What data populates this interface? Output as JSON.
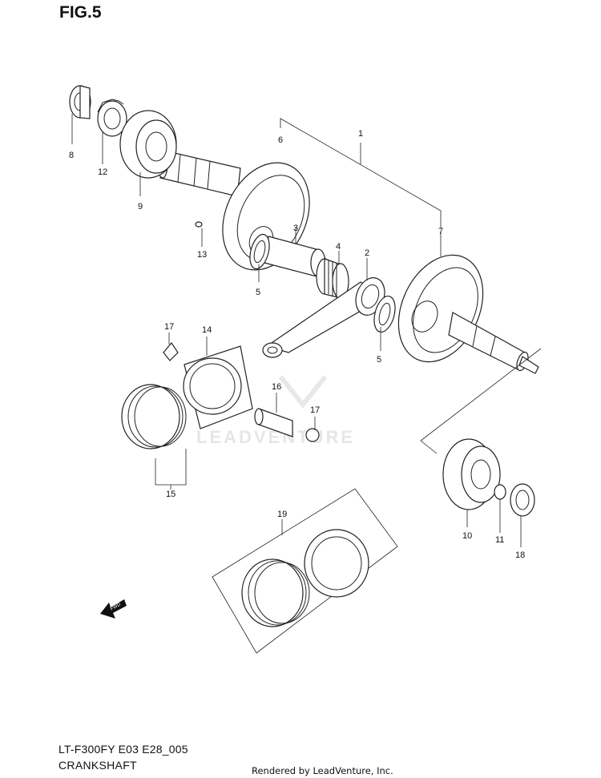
{
  "figure": {
    "title": "FIG.5",
    "model_code": "LT-F300FY E03 E28_005",
    "subtitle": "CRANKSHAFT",
    "rendered_by": "Rendered by LeadVenture, Inc.",
    "watermark": "LEADVENTURE",
    "fwd_label": "FWD"
  },
  "callouts": [
    "1",
    "2",
    "3",
    "4",
    "5",
    "5",
    "6",
    "7",
    "8",
    "9",
    "10",
    "11",
    "12",
    "13",
    "14",
    "15",
    "16",
    "17",
    "17",
    "18",
    "19"
  ]
}
